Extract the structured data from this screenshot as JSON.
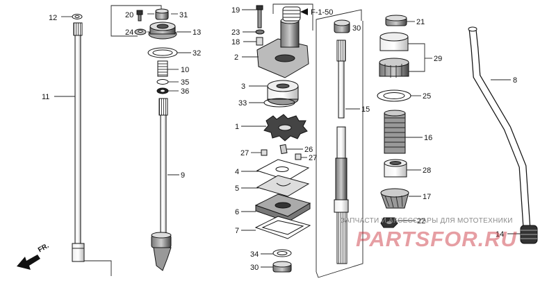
{
  "reference": "F-1-50",
  "direction_label": "FR.",
  "watermark": {
    "caption": "ЗАПЧАСТИ И АКСЕССУАРЫ ДЛЯ МОТОТЕХНИКИ",
    "logo": "PARTSFOR.RU"
  },
  "callouts": {
    "c1": "1",
    "c2": "2",
    "c3": "3",
    "c4": "4",
    "c5": "5",
    "c6": "6",
    "c7": "7",
    "c8": "8",
    "c9": "9",
    "c10": "10",
    "c11": "11",
    "c12": "12",
    "c13": "13",
    "c14": "14",
    "c15": "15",
    "c16": "16",
    "c17": "17",
    "c18": "18",
    "c19": "19",
    "c20": "20",
    "c21": "21",
    "c22": "22",
    "c23": "23",
    "c24": "24",
    "c25": "25",
    "c26": "26",
    "c27a": "27",
    "c27b": "27",
    "c28": "28",
    "c29": "29",
    "c30a": "30",
    "c30b": "30",
    "c31": "31",
    "c32": "32",
    "c33": "33",
    "c34": "34",
    "c35": "35",
    "c36": "36"
  }
}
